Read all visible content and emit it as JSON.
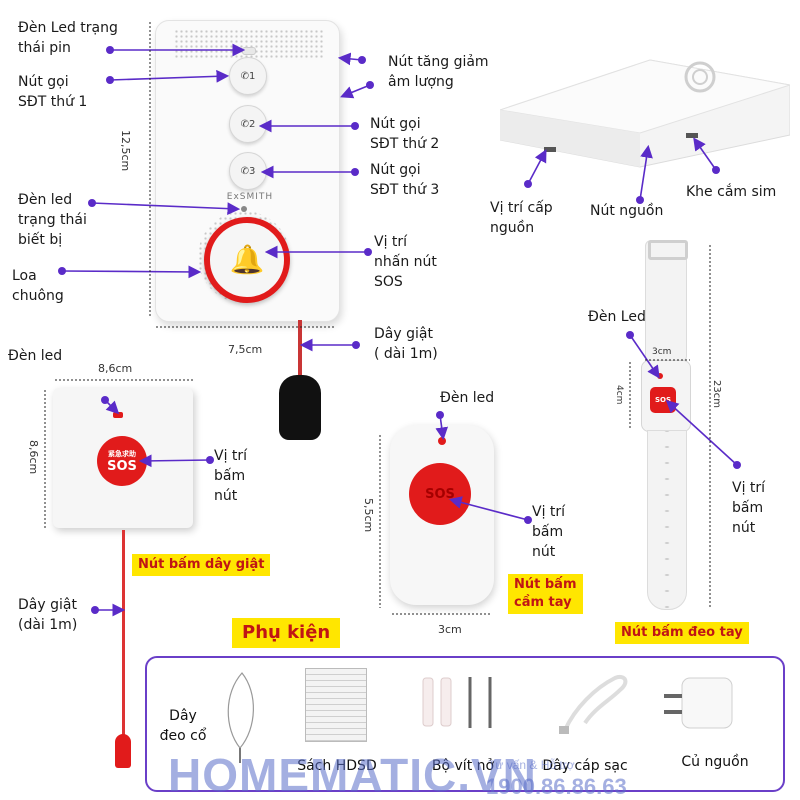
{
  "main_device": {
    "brand": "ExSMITH",
    "dim_height": "12,5cm",
    "dim_width": "7,5cm",
    "buttons": [
      "1",
      "2",
      "3"
    ],
    "labels": {
      "battery_led": "Đèn Led trạng\nthái pin",
      "volume": "Nút tăng giảm\nâm lượng",
      "call1": "Nút gọi\nSĐT thứ  1",
      "call2": "Nút gọi\nSĐT thứ  2",
      "call3": "Nút gọi\nSĐT thứ  3",
      "status_led": "Đèn led\ntrạng thái\nbiết bị",
      "speaker": "Loa\nchuông",
      "sos_pos": "Vị trí\nnhấn nút\nSOS",
      "pull_cord": "Dây giật\n( dài 1m)"
    }
  },
  "side_device": {
    "labels": {
      "power_port": "Vị trí cấp\nnguồn",
      "power_button": "Nút nguồn",
      "sim_slot": "Khe cắm sim"
    }
  },
  "pull_button": {
    "dim_width": "8,6cm",
    "dim_height": "8,6cm",
    "sos_top": "紧急求助",
    "sos": "SOS",
    "labels": {
      "led": "Đèn led",
      "press": "Vị trí\nbấm\nnút",
      "cord": "Dây giật\n(dài 1m)"
    },
    "tag": "Nút bấm dây giật"
  },
  "hand_button": {
    "dim_height": "5,5cm",
    "dim_width": "3cm",
    "sos": "SOS",
    "labels": {
      "led": "Đèn led",
      "press": "Vị trí\nbấm\nnút"
    },
    "tag": "Nút bấm\ncầm tay"
  },
  "wrist_button": {
    "dim_width": "3cm",
    "dim_height": "4cm",
    "dim_length": "23cm",
    "sos": "SOS",
    "labels": {
      "led": "Đèn Led",
      "press": "Vị trí\nbấm\nnút"
    },
    "tag": "Nút bấm đeo tay"
  },
  "accessories": {
    "title": "Phụ kiện",
    "items": [
      "Dây\nđeo cổ",
      "Sách  HDSD",
      "Bộ vít nở",
      "Dây cáp sạc",
      "Củ nguồn"
    ]
  },
  "watermark": {
    "brand": "HOMEMATIC.VN",
    "hotline_label": "Tư vấn & Hỗ trợ",
    "hotline": "1900.86.86.63"
  },
  "colors": {
    "sos_red": "#e11b1b",
    "arrow": "#5a2bc8",
    "tag_bg": "#ffe600",
    "tag_text": "#c01515",
    "box_border": "#6a3fc8"
  }
}
